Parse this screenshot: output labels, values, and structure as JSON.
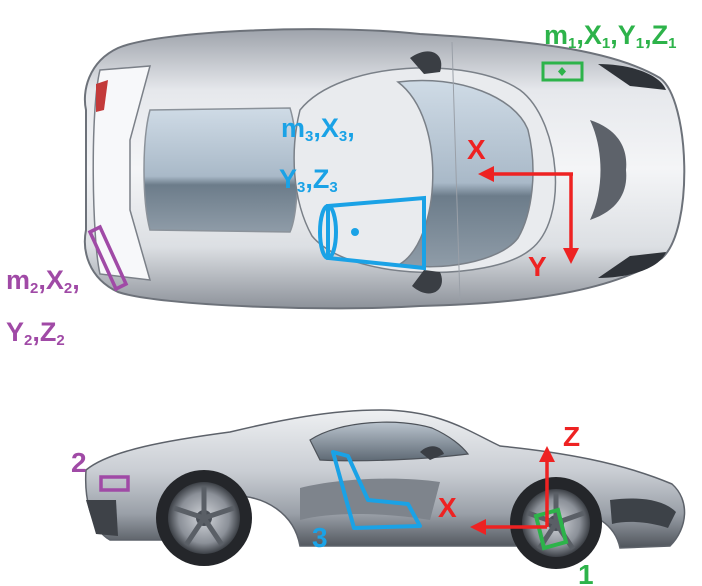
{
  "colors": {
    "mass1": "#2db34a",
    "mass2": "#a04aa6",
    "mass3": "#1aa2e6",
    "axis": "#ee2222",
    "body_light": "#eef0f3",
    "body_mid": "#b9bec6",
    "body_dark": "#4a4f57",
    "glass_sky": "#c4d2e0",
    "glass_horizon": "#6f7f8e",
    "tire": "#24262a",
    "rim": "#8b9098"
  },
  "top_view": {
    "mass1_label": {
      "m": "m",
      "s1": "1",
      "X": "X",
      "s2": "1",
      "Y": "Y",
      "s3": "1",
      "Z": "Z",
      "s4": "1"
    },
    "mass3_label": {
      "line1": {
        "m": "m",
        "s1": "3",
        "X": "X",
        "s2": "3",
        "comma": ","
      },
      "line2": {
        "Y": "Y",
        "s1": "3",
        "Z": "Z",
        "s2": "3"
      }
    },
    "mass2_label": {
      "line1": {
        "m": "m",
        "s1": "2",
        "X": "X",
        "s2": "2",
        "comma": ","
      },
      "line2": {
        "Y": "Y",
        "s1": "2",
        "Z": "Z",
        "s2": "2"
      }
    },
    "axis_x": "X",
    "axis_y": "Y"
  },
  "side_view": {
    "label_1": "1",
    "label_2": "2",
    "label_3": "3",
    "axis_x": "X",
    "axis_z": "Z"
  }
}
